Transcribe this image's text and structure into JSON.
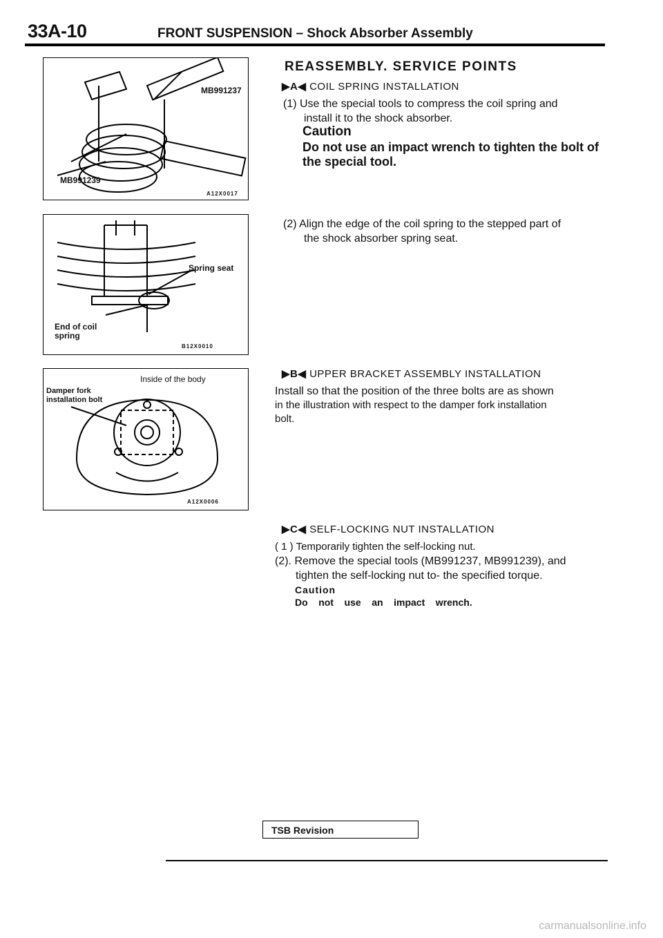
{
  "header": {
    "page_code": "33A-10",
    "title": "FRONT SUSPENSION – Shock Absorber Assembly"
  },
  "figures": {
    "fig1": {
      "label_top": "MB991237",
      "label_bottom": "MB991239",
      "code": "A12X0017"
    },
    "fig2": {
      "label_seat": "Spring seat",
      "label_end_1": "End of coil",
      "label_end_2": "spring",
      "code": "B12X0010"
    },
    "fig3": {
      "label_inside": "Inside of the body",
      "label_damper_1": "Damper fork",
      "label_damper_2": "installation bolt",
      "code": "A12X0006"
    }
  },
  "content": {
    "main_heading": "REASSEMBLY. SERVICE POINTS",
    "a": {
      "marker": "▶A◀",
      "heading": "COIL SPRING INSTALLATION",
      "step1_l1": "(1) Use the special tools to compress the coil spring and",
      "step1_l2": "install it to the shock absorber.",
      "caution_title": "Caution",
      "caution_l1": "Do not use an impact wrench to tighten the bolt of",
      "caution_l2": "the special tool.",
      "step2_l1": "(2) Align the edge of the coil spring to the stepped part of",
      "step2_l2": "the shock absorber spring seat."
    },
    "b": {
      "marker": "▶B◀",
      "heading": "UPPER BRACKET ASSEMBLY INSTALLATION",
      "l1": "Install so that the position of the three bolts are as shown",
      "l2": "in the illustration with respect to the damper fork installation",
      "l3": "bolt."
    },
    "c": {
      "marker": "▶C◀",
      "heading": "SELF-LOCKING NUT INSTALLATION",
      "step1": "( 1 ) Temporarily tighten the self-locking nut.",
      "step2_l1": "(2). Remove the special tools (MB991237, MB991239), and",
      "step2_l2": "tighten the self-locking nut to- the specified torque.",
      "caution_title": "Caution",
      "caution_text": "Do    not    use    an    impact    wrench."
    }
  },
  "footer": {
    "tsb": "TSB Revision",
    "watermark": "carmanualsonline.info"
  }
}
